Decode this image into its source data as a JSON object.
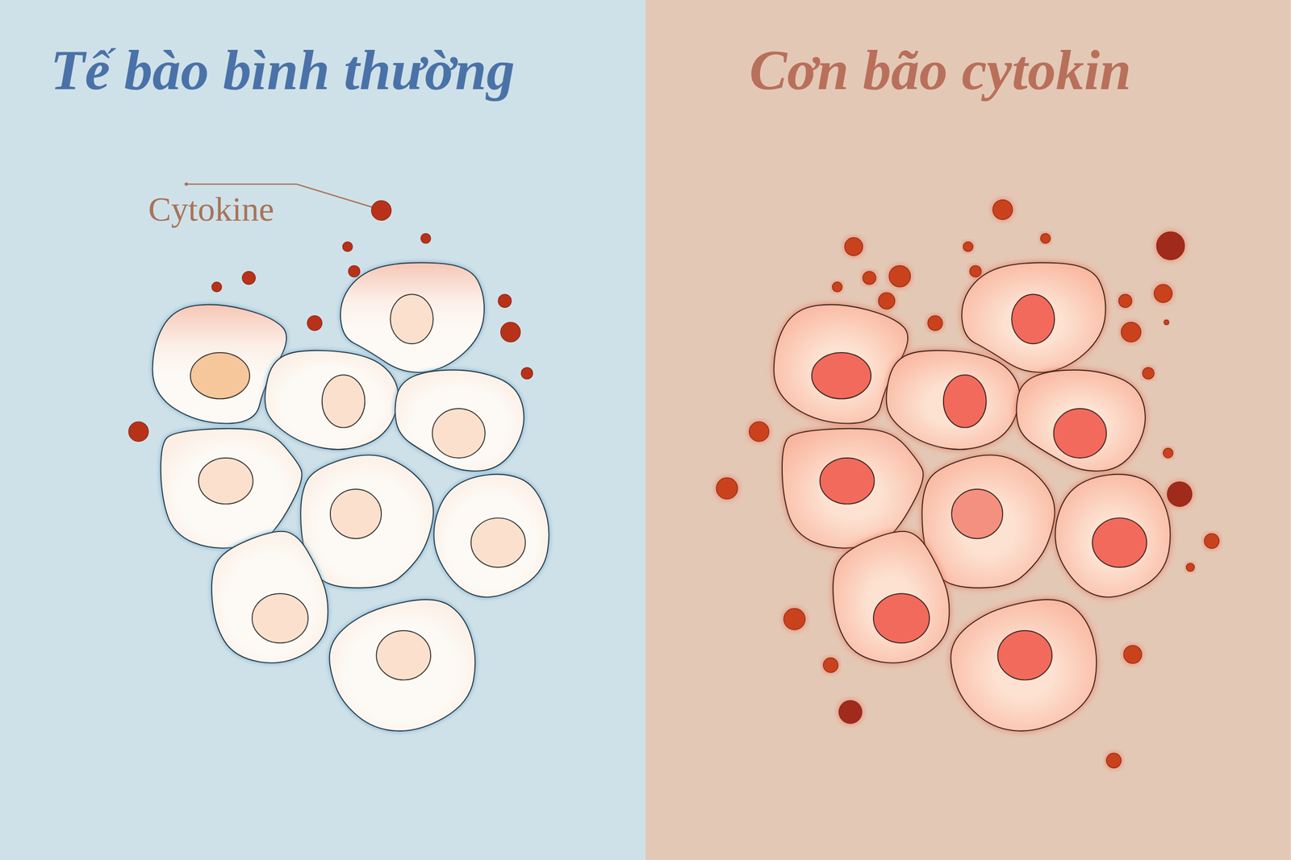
{
  "diagram": {
    "labels": [
      "Tế bào bình thường",
      "Cơn bão cytokin",
      "Cytokine"
    ]
  }
}
